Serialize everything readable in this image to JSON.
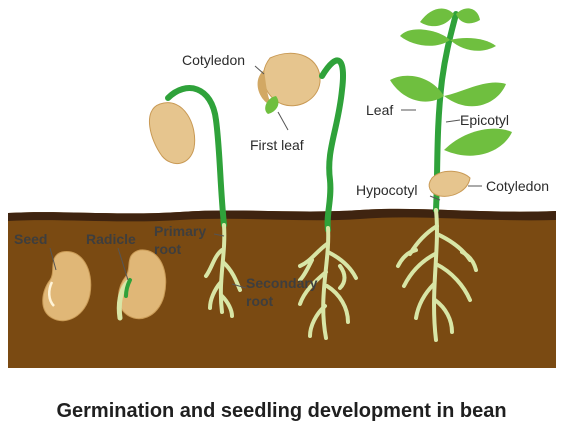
{
  "labels": {
    "cotyledon_1": "Cotyledon",
    "first_leaf": "First leaf",
    "leaf": "Leaf",
    "epicotyl": "Epicotyl",
    "hypocotyl": "Hypocotyl",
    "cotyledon_2": "Cotyledon",
    "seed": "Seed",
    "radicle": "Radicle",
    "primary_root_line1": "Primary",
    "primary_root_line2": "root",
    "secondary_root_line1": "Secondary",
    "secondary_root_line2": "root"
  },
  "caption": "Germination and seedling development in bean",
  "colors": {
    "soil": "#7a4a12",
    "soil_top": "#3f2410",
    "seed": "#e6c58e",
    "stem": "#2fa23a",
    "leaf": "#6fbf3f",
    "root": "#d8e6a6"
  }
}
